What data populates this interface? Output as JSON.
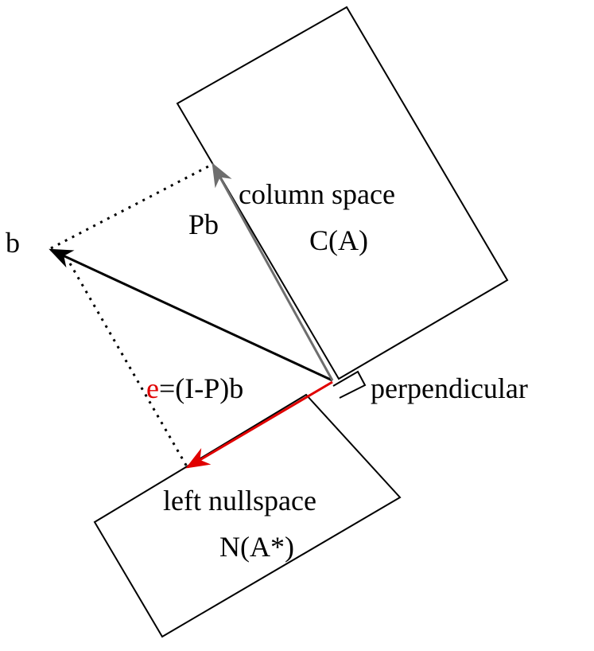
{
  "labels": {
    "b": "b",
    "pb": "Pb",
    "column_space": "column space",
    "column_space_symbol": "C(A)",
    "error_e": "e",
    "error_rest": "=(I-P)b",
    "perpendicular": "perpendicular",
    "left_nullspace": "left nullspace",
    "left_nullspace_symbol": "N(A*)"
  },
  "colors": {
    "outline": "#000000",
    "vector_b": "#000000",
    "vector_pb": "#6e6e6e",
    "vector_e": "#e00000",
    "label_e": "#e00000",
    "dotted": "#000000"
  }
}
